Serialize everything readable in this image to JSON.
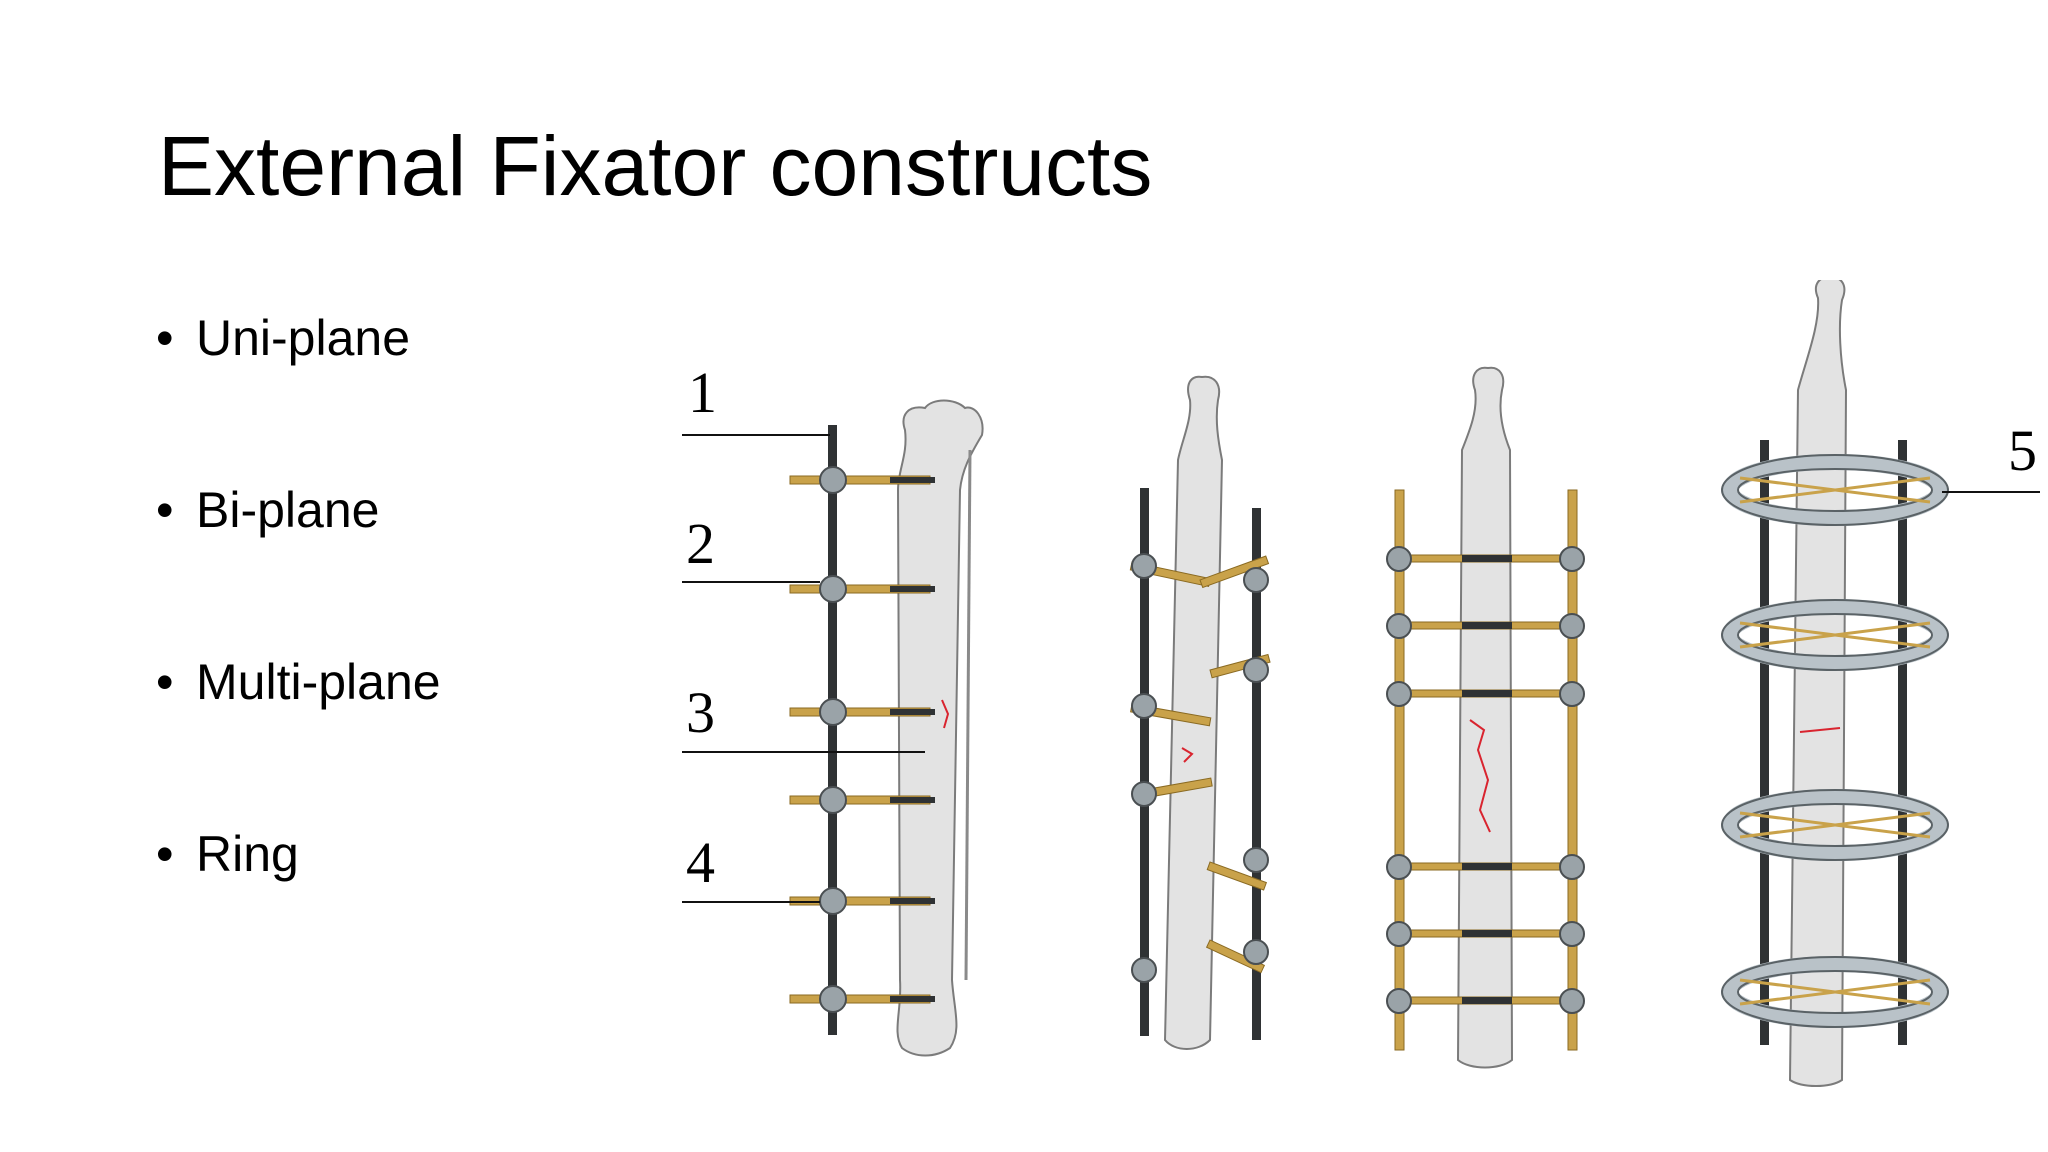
{
  "slide": {
    "title": "External Fixator constructs",
    "bullet_symbol": "•",
    "bullets": [
      "Uni-plane",
      "Bi-plane",
      "Multi-plane",
      "Ring"
    ]
  },
  "figure": {
    "callouts": [
      "1",
      "2",
      "3",
      "4",
      "5"
    ],
    "colors": {
      "rod": "#2f3234",
      "pin": "#c9a24a",
      "bone": "#e3e3e3",
      "ring": "#b9c2c8",
      "fracture": "#d9242f"
    }
  }
}
